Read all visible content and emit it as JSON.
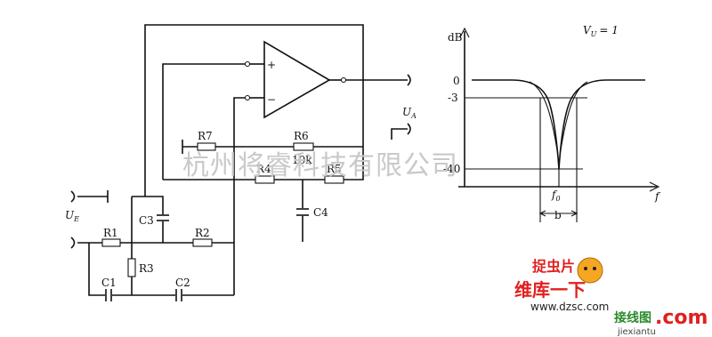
{
  "circuit": {
    "labels": {
      "r1": "R1",
      "r2": "R2",
      "r3": "R3",
      "r4": "R4",
      "r5": "R5",
      "r6": "R6",
      "r6_value": "10k",
      "r7": "R7",
      "c1": "C1",
      "c2": "C2",
      "c3": "C3",
      "c4": "C4",
      "plus": "+",
      "minus": "−",
      "output": "U",
      "output_sub": "A",
      "input": "U",
      "input_sub": "E"
    }
  },
  "graph": {
    "y_unit": "dB",
    "param": "V",
    "param_sub": "U",
    "param_value": "= 1",
    "y_ticks": [
      "0",
      "-3",
      "-40"
    ],
    "x_label": "f",
    "center_label": "f",
    "center_sub": "0",
    "bandwidth_label": "b"
  },
  "watermark": {
    "text": "杭州将睿科技有限公司"
  },
  "logo": {
    "top": "捉虫片",
    "main": "维库一下",
    "url": "www.dzsc.com",
    "jx": "接线图",
    "com": ".com",
    "jx_url": "jiexiantu"
  }
}
